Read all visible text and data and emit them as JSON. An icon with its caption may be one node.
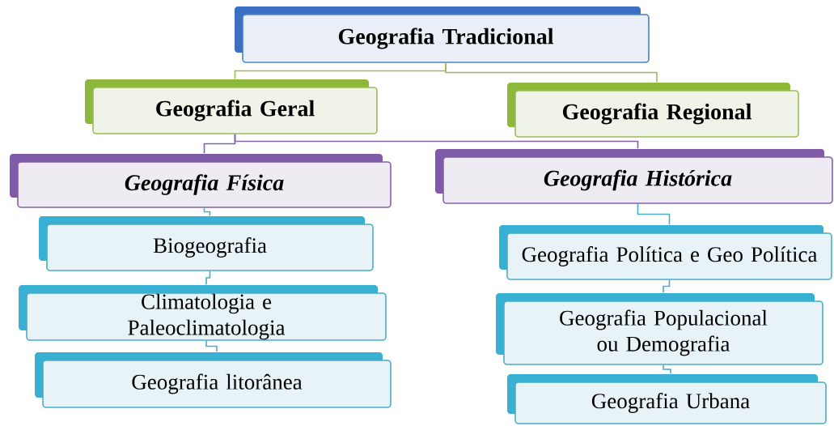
{
  "diagram": {
    "nodes": [
      {
        "text": [
          "Geografia Tradicional"
        ]
      },
      {
        "text": [
          "Geografia Geral"
        ]
      },
      {
        "text": [
          "Geografia Regional"
        ]
      },
      {
        "text": [
          "Geografia Física"
        ]
      },
      {
        "text": [
          "Geografia Histórica"
        ]
      },
      {
        "text": [
          "Biogeografia"
        ]
      },
      {
        "text": [
          "Climatologia e Paleoclimatologia"
        ]
      },
      {
        "text": [
          "Geografia litorânea"
        ]
      },
      {
        "text": [
          "Geografia Política e Geo Política"
        ]
      },
      {
        "text": [
          "Geografia Populacional ou Demografia"
        ]
      },
      {
        "text": [
          "Geografia Urbana"
        ]
      }
    ],
    "edges": [
      {
        "from": 0,
        "to": 1,
        "arrow": "none",
        "color": "#9bbb59"
      },
      {
        "from": 0,
        "to": 2,
        "arrow": "none",
        "color": "#9bbb59"
      },
      {
        "from": 1,
        "to": 3,
        "arrow": "none",
        "color": "#8064a2"
      },
      {
        "from": 1,
        "to": 4,
        "arrow": "none",
        "color": "#8064a2"
      },
      {
        "from": 3,
        "to": 5,
        "arrow": "none"
      },
      {
        "from": 5,
        "to": 6,
        "arrow": "none"
      },
      {
        "from": 6,
        "to": 7,
        "arrow": "none"
      },
      {
        "from": 4,
        "to": 8,
        "arrow": "none"
      },
      {
        "from": 8,
        "to": 9,
        "arrow": "none"
      },
      {
        "from": 9,
        "to": 10,
        "arrow": "none"
      }
    ]
  }
}
